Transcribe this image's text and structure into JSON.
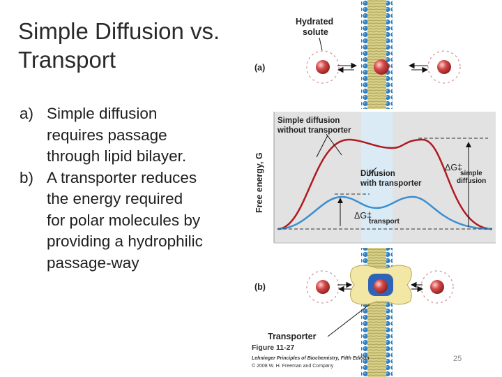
{
  "slide": {
    "title_lines": [
      "Simple Diffusion vs.",
      "Transport"
    ],
    "bullets": [
      {
        "marker": "a)",
        "lines": [
          "Simple diffusion",
          "requires passage",
          "through lipid bilayer."
        ]
      },
      {
        "marker": "b)",
        "lines": [
          "A transporter reduces",
          "the energy required",
          "for polar molecules by",
          "providing a hydrophilic",
          "passage-way"
        ]
      }
    ],
    "page_number": "25"
  },
  "figure": {
    "label_hydrated": [
      "Hydrated",
      "solute"
    ],
    "panel_a": "(a)",
    "panel_b": "(b)",
    "graph_label_simple": [
      "Simple diffusion",
      "without transporter"
    ],
    "graph_label_transport": [
      "Diffusion",
      "with transporter"
    ],
    "y_axis": "Free energy, G",
    "dg_simple_main": "ΔG‡",
    "dg_simple_sub": [
      "simple",
      "diffusion"
    ],
    "dg_transport_main": "ΔG‡",
    "dg_transport_sub": "transport",
    "transporter_label": "Transporter",
    "caption_title": "Figure 11-27",
    "caption_book": "Lehninger Principles of Biochemistry, Fifth Edition",
    "caption_copyright": "© 2008 W. H. Freeman and Company",
    "colors": {
      "membrane": "#c8c07a",
      "headgroup": "#2f7fbf",
      "water_zone": "#d8ecf8",
      "graph_bg": "#e2e2e2",
      "simple_curve": "#b0191e",
      "transport_curve": "#3a8fd0",
      "solute": "#d34848",
      "transporter": "#f2e7a4",
      "channel": "#2f63b8"
    }
  }
}
